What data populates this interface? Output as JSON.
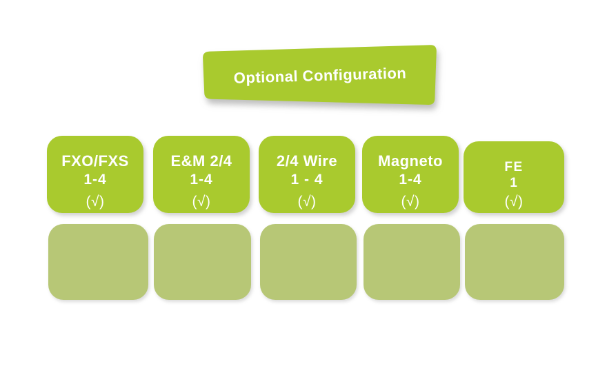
{
  "banner": {
    "label": "Optional Configuration"
  },
  "cards": [
    {
      "title": "FXO/FXS",
      "range": "1-4",
      "check": "(√)"
    },
    {
      "title": "E&M 2/4",
      "range": "1-4",
      "check": "(√)"
    },
    {
      "title": "2/4 Wire",
      "range": "1 - 4",
      "check": "(√)"
    },
    {
      "title": "Magneto",
      "range": "1-4",
      "check": "(√)"
    },
    {
      "title": "FE",
      "range": "1",
      "check": "(√)"
    }
  ],
  "bottom_slots": {
    "count": 5
  },
  "colors": {
    "bright_green": "#a9ca2e",
    "muted_green": "#b7c776",
    "text_white": "#ffffff",
    "shadow_gray": "#8a8a8a"
  }
}
